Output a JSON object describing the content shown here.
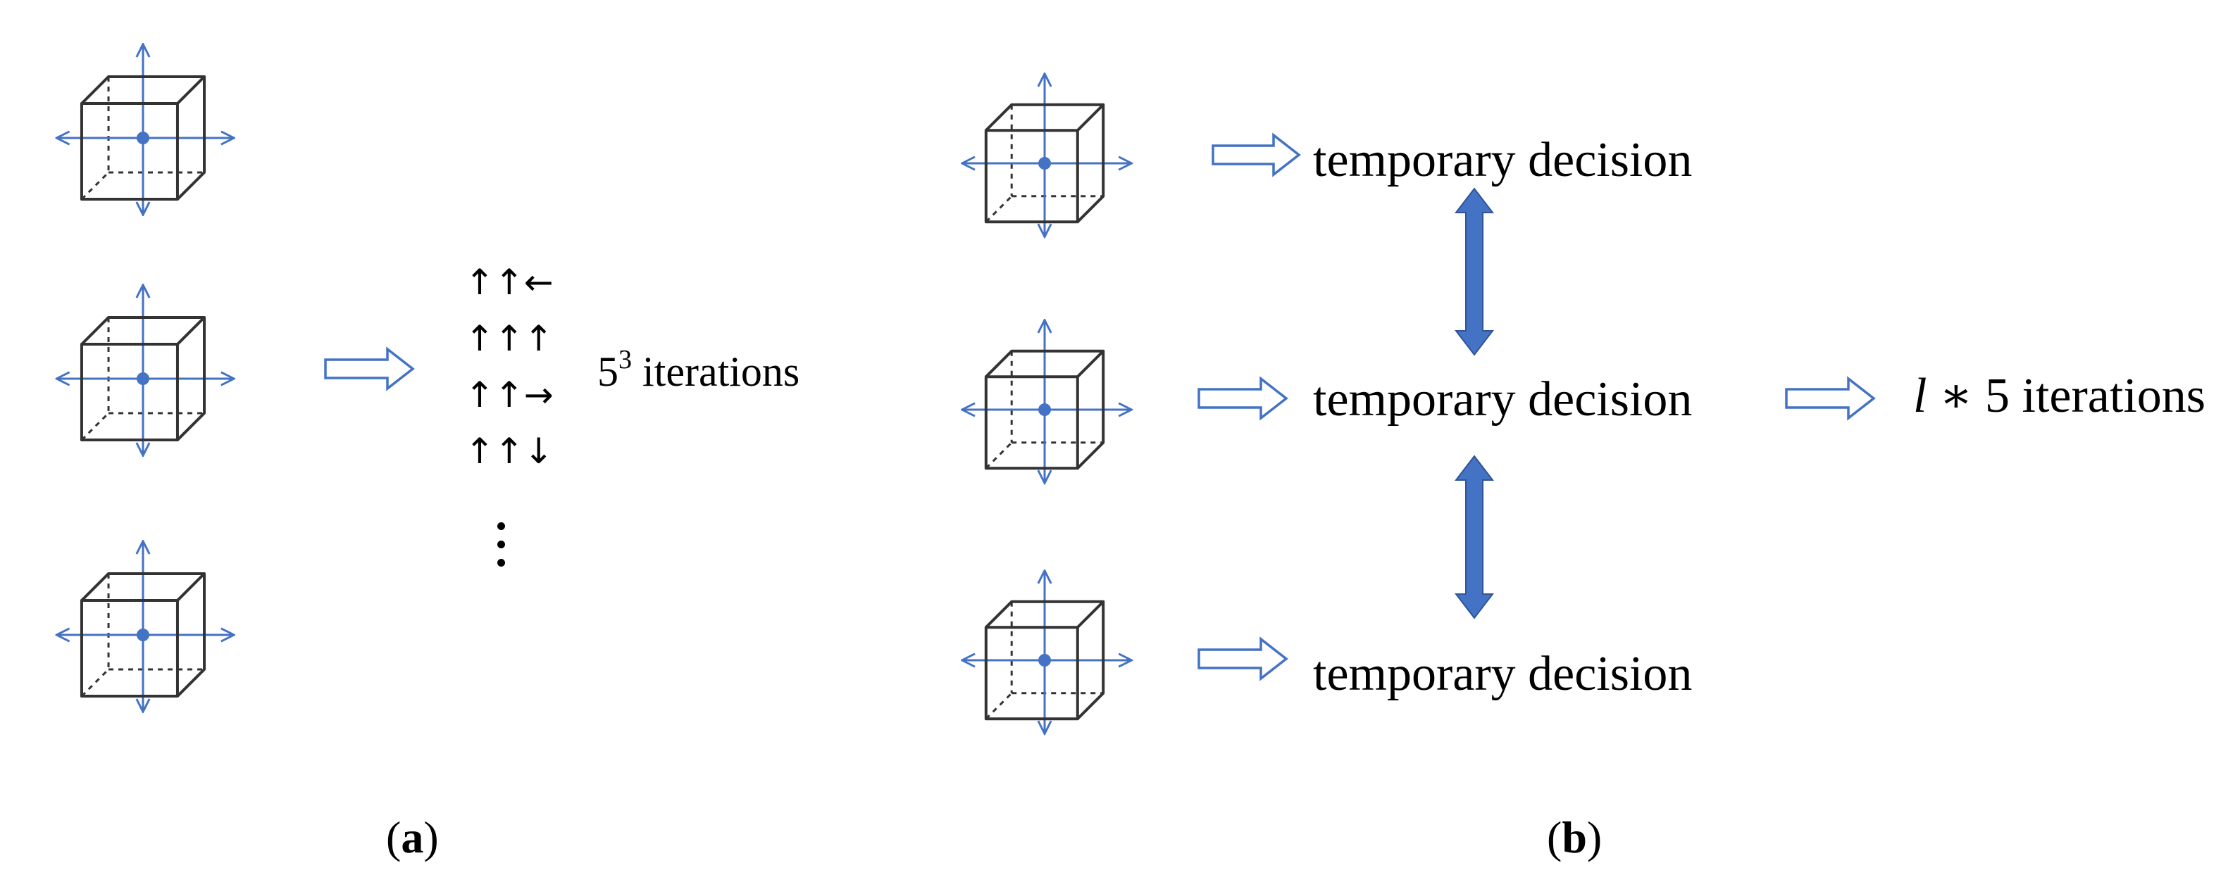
{
  "panel_a": {
    "sequences": [
      "↑↑←",
      "↑↑↑",
      "↑↑→",
      "↑↑↓"
    ],
    "iterations": {
      "base": "5",
      "exponent": "3",
      "word": "iterations"
    }
  },
  "panel_b": {
    "decisions": [
      "temporary decision",
      "temporary decision",
      "temporary decision"
    ],
    "iterations": {
      "variable": "l",
      "operator": "∗",
      "rest": "5 iterations"
    }
  },
  "captions": {
    "a": "a",
    "b": "b"
  },
  "colors": {
    "arrow": "#4472C4",
    "cube_edge": "#333333",
    "center_dot": "#4472C4",
    "double_arrow_fill": "#4472C4"
  }
}
